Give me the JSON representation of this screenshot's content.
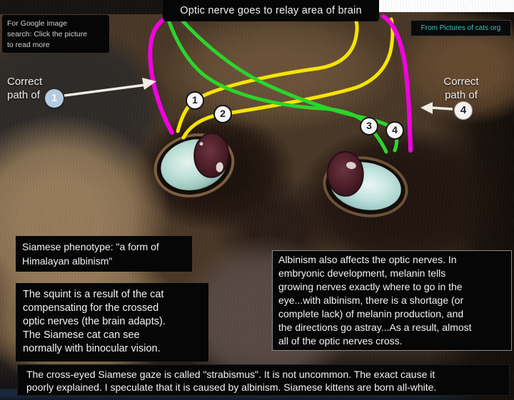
{
  "banner": {
    "text": "Optic nerve goes to relay area of brain"
  },
  "google_note": {
    "lines": [
      "For Google image",
      "search: Click the picture",
      "to read more"
    ]
  },
  "credit": {
    "text": "From Pictures of cats org"
  },
  "path_labels": {
    "left": {
      "line1": "Correct",
      "line2": "path of",
      "number": "1"
    },
    "right": {
      "line1": "Correct",
      "line2": "path of",
      "number": "4"
    }
  },
  "nerve_markers": {
    "m1": "1",
    "m2": "2",
    "m3": "3",
    "m4": "4"
  },
  "info_boxes": {
    "phenotype": {
      "lines": [
        "Siamese phenotype: \"a form of",
        "Himalayan albinism\""
      ]
    },
    "squint": {
      "lines": [
        "The squint is a result of the cat",
        "compensating for the crossed",
        "optic nerves (the brain adapts).",
        "The Siamese cat can see",
        "normally with binocular vision."
      ]
    },
    "albinism": {
      "lines": [
        "Albinism also affects the optic nerves. In",
        "embryonic development, melanin tells",
        "growing nerves exactly where to go in the",
        "eye...with albinism, there is a shortage (or",
        "complete lack) of melanin production, and",
        "the directions go astray...As a result, almost",
        "all of the optic nerves cross."
      ]
    },
    "caption": {
      "lines": [
        "The cross-eyed Siamese gaze is called \"strabismus\". It is not uncommon. The exact cause it",
        "poorly explained. I speculate that it is caused by albinism. Siamese kittens are born all-white."
      ]
    }
  },
  "colors": {
    "nerve_yellow": "#f5e400",
    "nerve_green": "#2cd42c",
    "nerve_magenta": "#f200e0",
    "arrow_white": "#f0ede4",
    "credit_teal": "#41c2c2",
    "marker_fill": "#f6f6f6",
    "label_circle_blue": "#b4cbe0",
    "iris_blue": "#c3e4e0",
    "pupil_maroon": "#4b1f27"
  }
}
